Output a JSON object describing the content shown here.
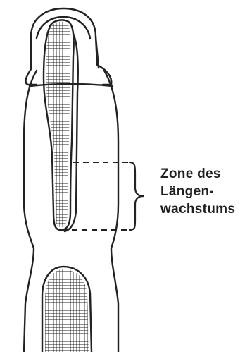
{
  "annotation": {
    "line1": "Zone des",
    "line2": "Längen-",
    "line3": "wachstums"
  }
}
